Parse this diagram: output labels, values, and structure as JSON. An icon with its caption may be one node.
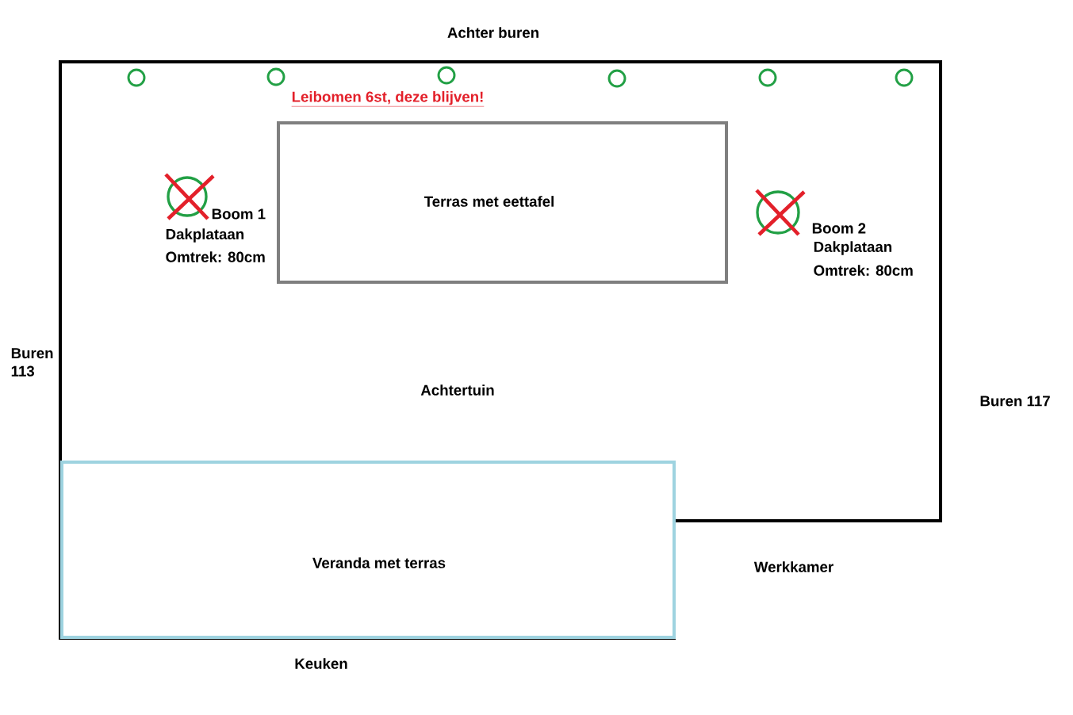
{
  "diagram": {
    "nodes": [
      {
        "text": [
          "Achtertuin"
        ]
      },
      {
        "text": [],
        "shape": "circle",
        "in": 0
      },
      {
        "text": [],
        "shape": "circle",
        "in": 0
      },
      {
        "text": [],
        "shape": "circle",
        "in": 0
      },
      {
        "text": [],
        "shape": "circle",
        "in": 0
      },
      {
        "text": [],
        "shape": "circle",
        "in": 0
      },
      {
        "text": [],
        "shape": "circle",
        "in": 0
      },
      {
        "text": [],
        "shape": "circle",
        "in": 0,
        "beside": [
          "Boom 1",
          "Dakplataan",
          "Omtrek: 80cm"
        ]
      },
      {
        "text": [
          "Terras met eettafel"
        ],
        "in": 0
      },
      {
        "text": [],
        "shape": "circle",
        "in": 0,
        "beside": [
          "Boom 2",
          "Dakplataan",
          "Omtrek: 80cm"
        ]
      },
      {
        "text": [
          "Veranda met terras"
        ],
        "in": 0
      }
    ],
    "labels": [
      "Achter buren",
      "Leibomen 6st, deze blijven!",
      "Buren 113",
      "Buren 117",
      "Werkkamer",
      "Keuken"
    ]
  }
}
